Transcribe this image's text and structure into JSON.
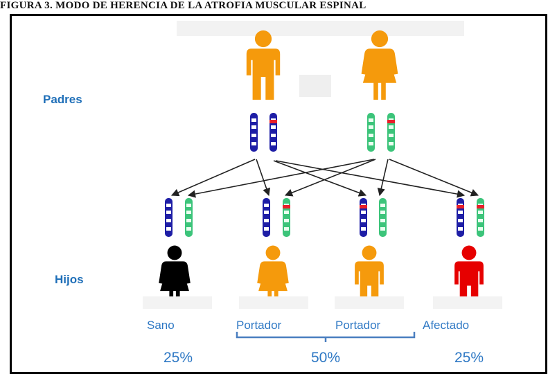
{
  "caption": "FIGURA 3. MODO DE HERENCIA DE LA ATROFIA MUSCULAR ESPINAL",
  "labels": {
    "parents": "Padres",
    "children": "Hijos"
  },
  "statuses": [
    "Sano",
    "Portador",
    "Portador",
    "Afectado"
  ],
  "percentages": [
    "25%",
    "50%",
    "25%"
  ],
  "colors": {
    "father": "#f59a0c",
    "mother": "#f59a0c",
    "child_healthy": "#000000",
    "child_carrier": "#f59a0c",
    "child_affected": "#e60000",
    "chromosome_paternal": "#1e1ea6",
    "chromosome_maternal": "#3cc47a",
    "mutation": "#e8202a",
    "label_text": "#1f6fb8",
    "bracket": "#4a7fc0"
  },
  "icons": {
    "father": "male-figure-icon",
    "mother": "female-figure-icon",
    "child_1": "female-figure-icon",
    "child_2": "female-figure-icon",
    "child_3": "male-figure-icon",
    "child_4": "male-figure-icon"
  }
}
